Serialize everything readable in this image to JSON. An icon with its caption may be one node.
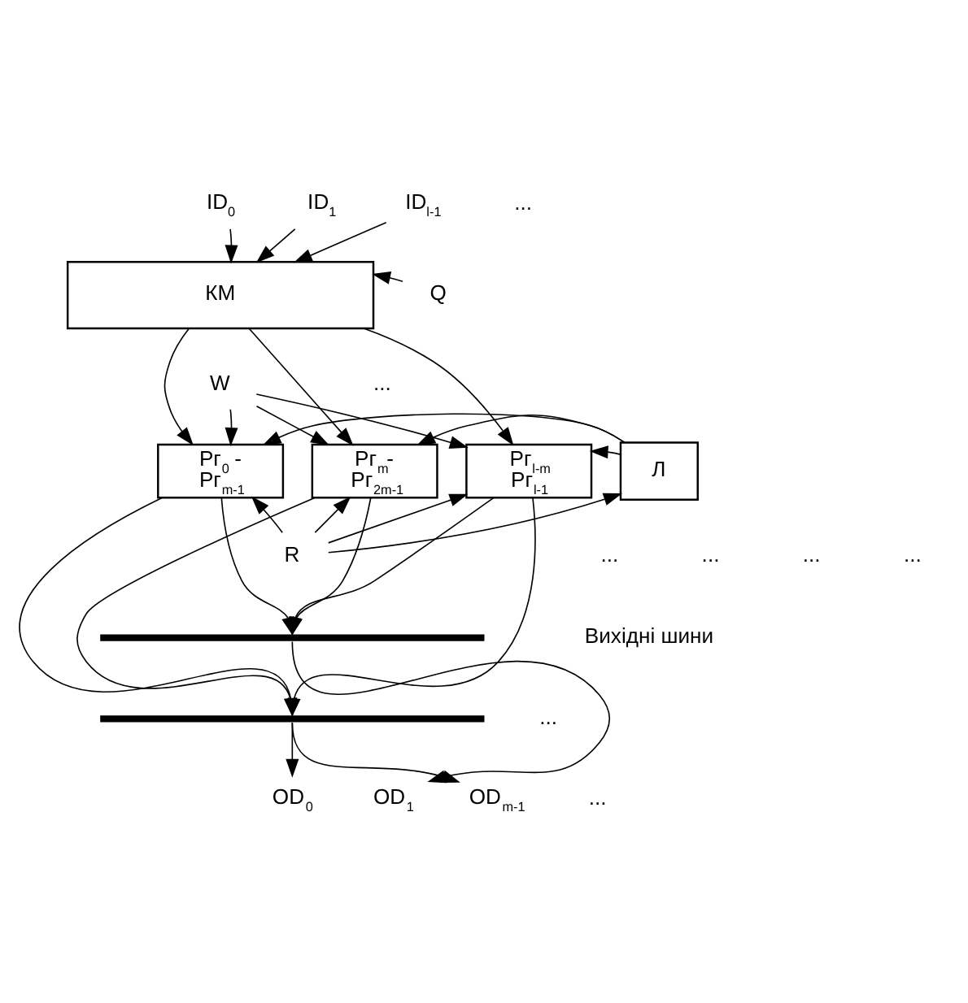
{
  "diagram": {
    "nodes": [
      {
        "text": [
          "ID$_{0}$"
        ]
      },
      {
        "text": [
          "ID$_{1}$"
        ]
      },
      {
        "text": [
          "ID$_{l-1}$"
        ]
      },
      {
        "text": [
          "КМ"
        ]
      },
      {
        "text": [
          "Q"
        ]
      },
      {
        "text": [
          "W"
        ]
      },
      {
        "text": [
          "Рг$_{0}$ - Рг$_{m-1}$"
        ]
      },
      {
        "text": [
          "Рг$_{m}$- Рг$_{2m-1}$"
        ]
      },
      {
        "text": [
          "Рг$_{l-m}$ Рг$_{l-1}$"
        ]
      },
      {
        "text": [
          "Л"
        ]
      },
      {
        "text": [
          "R"
        ]
      },
      {
        "text": [],
        "shape": "bar"
      },
      {
        "text": [],
        "shape": "bar"
      },
      {
        "text": [
          "OD$_{0}$"
        ]
      },
      {
        "text": [
          "OD$_{1}$"
        ]
      },
      {
        "text": [
          "OD$_{m-1}$"
        ]
      }
    ],
    "edges": [
      {
        "from": 0,
        "to": 3,
        "arrow": "to"
      },
      {
        "from": 1,
        "to": 3,
        "arrow": "to"
      },
      {
        "from": 2,
        "to": 3,
        "arrow": "to"
      },
      {
        "from": 4,
        "to": 3,
        "arrow": "to"
      },
      {
        "from": 3,
        "to": 6,
        "arrow": "to"
      },
      {
        "from": 3,
        "to": 7,
        "arrow": "to"
      },
      {
        "from": 3,
        "to": 8,
        "arrow": "to"
      },
      {
        "from": 5,
        "to": 6,
        "arrow": "to"
      },
      {
        "from": 5,
        "to": 7,
        "arrow": "to"
      },
      {
        "from": 5,
        "to": 8,
        "arrow": "to"
      },
      {
        "from": 9,
        "to": 6,
        "arrow": "to"
      },
      {
        "from": 9,
        "to": 7,
        "arrow": "to"
      },
      {
        "from": 9,
        "to": 8,
        "arrow": "to"
      },
      {
        "from": 10,
        "to": 9,
        "arrow": "to"
      },
      {
        "from": 10,
        "to": 6,
        "arrow": "to"
      },
      {
        "from": 10,
        "to": 7,
        "arrow": "to"
      },
      {
        "from": 10,
        "to": 8,
        "arrow": "to"
      },
      {
        "from": 6,
        "to": 11,
        "arrow": "to"
      },
      {
        "from": 6,
        "to": 12,
        "arrow": "to"
      },
      {
        "from": 7,
        "to": 11,
        "arrow": "to"
      },
      {
        "from": 7,
        "to": 12,
        "arrow": "to"
      },
      {
        "from": 8,
        "to": 11,
        "arrow": "to"
      },
      {
        "from": 8,
        "to": 12,
        "arrow": "to"
      },
      {
        "from": 12,
        "to": 13,
        "arrow": "to"
      },
      {
        "from": 11,
        "to": 14,
        "arrow": "to"
      },
      {
        "from": 12,
        "to": 15,
        "arrow": "to"
      }
    ],
    "labels": [
      "...",
      "...",
      "...",
      "...",
      "...",
      "...",
      "Вихідні шини",
      "...",
      "..."
    ]
  }
}
